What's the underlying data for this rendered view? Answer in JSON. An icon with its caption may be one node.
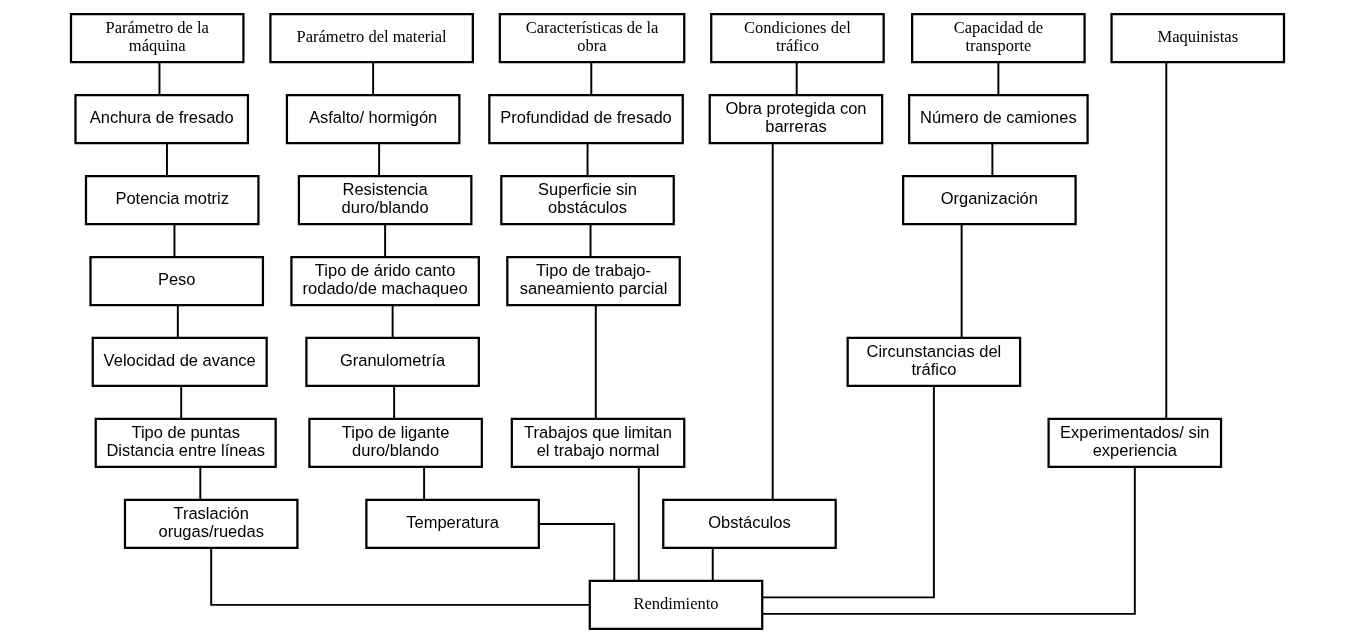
{
  "diagram": {
    "nodes": [
      {
        "text": [
          "Parámetro de la máquina"
        ]
      },
      {
        "text": [
          "Anchura de fresado"
        ]
      },
      {
        "text": [
          "Potencia motriz"
        ]
      },
      {
        "text": [
          "Peso"
        ]
      },
      {
        "text": [
          "Velocidad de avance"
        ]
      },
      {
        "text": [
          "Tipo de puntas Distancia entre líneas"
        ]
      },
      {
        "text": [
          "Traslación orugas/ruedas"
        ]
      },
      {
        "text": [
          "Parámetro del material"
        ]
      },
      {
        "text": [
          "Asfalto/ hormigón"
        ]
      },
      {
        "text": [
          "Resistencia duro/blando"
        ]
      },
      {
        "text": [
          "Tipo de árido canto rodado/de machaqueo"
        ]
      },
      {
        "text": [
          "Granulometría"
        ]
      },
      {
        "text": [
          "Tipo de ligante duro/blando"
        ]
      },
      {
        "text": [
          "Temperatura"
        ]
      },
      {
        "text": [
          "Características de la obra"
        ]
      },
      {
        "text": [
          "Profundidad de fresado"
        ]
      },
      {
        "text": [
          "Superficie sin obstáculos"
        ]
      },
      {
        "text": [
          "Tipo de trabajo- saneamiento parcial"
        ]
      },
      {
        "text": [
          "Trabajos que limitan el trabajo normal"
        ]
      },
      {
        "text": [
          "Condiciones del tráfico"
        ]
      },
      {
        "text": [
          "Obra protegida con barreras"
        ]
      },
      {
        "text": [
          "Obstáculos"
        ]
      },
      {
        "text": [
          "Capacidad de transporte"
        ]
      },
      {
        "text": [
          "Número de camiones"
        ]
      },
      {
        "text": [
          "Organización"
        ]
      },
      {
        "text": [
          "Circunstancias del tráfico"
        ]
      },
      {
        "text": [
          "Maquinistas"
        ]
      },
      {
        "text": [
          "Experimentados/ sin experiencia"
        ]
      },
      {
        "text": [
          "Rendimiento"
        ]
      }
    ],
    "edges": [
      {
        "from": 0,
        "to": 1,
        "arrow": "none"
      },
      {
        "from": 1,
        "to": 2,
        "arrow": "none"
      },
      {
        "from": 2,
        "to": 3,
        "arrow": "none"
      },
      {
        "from": 3,
        "to": 4,
        "arrow": "none"
      },
      {
        "from": 4,
        "to": 5,
        "arrow": "none"
      },
      {
        "from": 5,
        "to": 6,
        "arrow": "none"
      },
      {
        "from": 6,
        "to": 28,
        "arrow": "none"
      },
      {
        "from": 7,
        "to": 8,
        "arrow": "none"
      },
      {
        "from": 8,
        "to": 9,
        "arrow": "none"
      },
      {
        "from": 9,
        "to": 10,
        "arrow": "none"
      },
      {
        "from": 10,
        "to": 11,
        "arrow": "none"
      },
      {
        "from": 11,
        "to": 12,
        "arrow": "none"
      },
      {
        "from": 12,
        "to": 13,
        "arrow": "none"
      },
      {
        "from": 13,
        "to": 28,
        "arrow": "none"
      },
      {
        "from": 14,
        "to": 15,
        "arrow": "none"
      },
      {
        "from": 15,
        "to": 16,
        "arrow": "none"
      },
      {
        "from": 16,
        "to": 17,
        "arrow": "none"
      },
      {
        "from": 17,
        "to": 18,
        "arrow": "none"
      },
      {
        "from": 18,
        "to": 28,
        "arrow": "none"
      },
      {
        "from": 19,
        "to": 20,
        "arrow": "none"
      },
      {
        "from": 20,
        "to": 21,
        "arrow": "none"
      },
      {
        "from": 21,
        "to": 28,
        "arrow": "none"
      },
      {
        "from": 22,
        "to": 23,
        "arrow": "none"
      },
      {
        "from": 23,
        "to": 24,
        "arrow": "none"
      },
      {
        "from": 24,
        "to": 25,
        "arrow": "none"
      },
      {
        "from": 25,
        "to": 28,
        "arrow": "none"
      },
      {
        "from": 26,
        "to": 27,
        "arrow": "none"
      },
      {
        "from": 27,
        "to": 28,
        "arrow": "none"
      }
    ]
  }
}
